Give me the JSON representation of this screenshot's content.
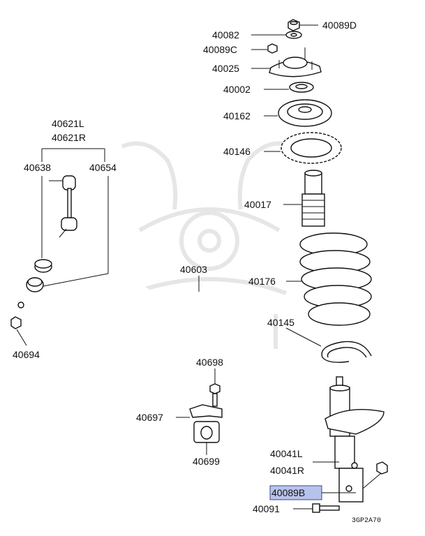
{
  "diagram": {
    "labels": {
      "p40089D": "40089D",
      "p40082": "40082",
      "p40089C": "40089C",
      "p40025": "40025",
      "p40002": "40002",
      "p40162": "40162",
      "p40146": "40146",
      "p40017": "40017",
      "p40176": "40176",
      "p40145": "40145",
      "p40621L": "40621L",
      "p40621R": "40621R",
      "p40638": "40638",
      "p40654": "40654",
      "p40603": "40603",
      "p40694": "40694",
      "p40698": "40698",
      "p40697": "40697",
      "p40699": "40699",
      "p40041L": "40041L",
      "p40041R": "40041R",
      "p40089B": "40089B",
      "p40091": "40091"
    },
    "code": "3GP2A70",
    "highlight_color": "#b8c3ec"
  }
}
